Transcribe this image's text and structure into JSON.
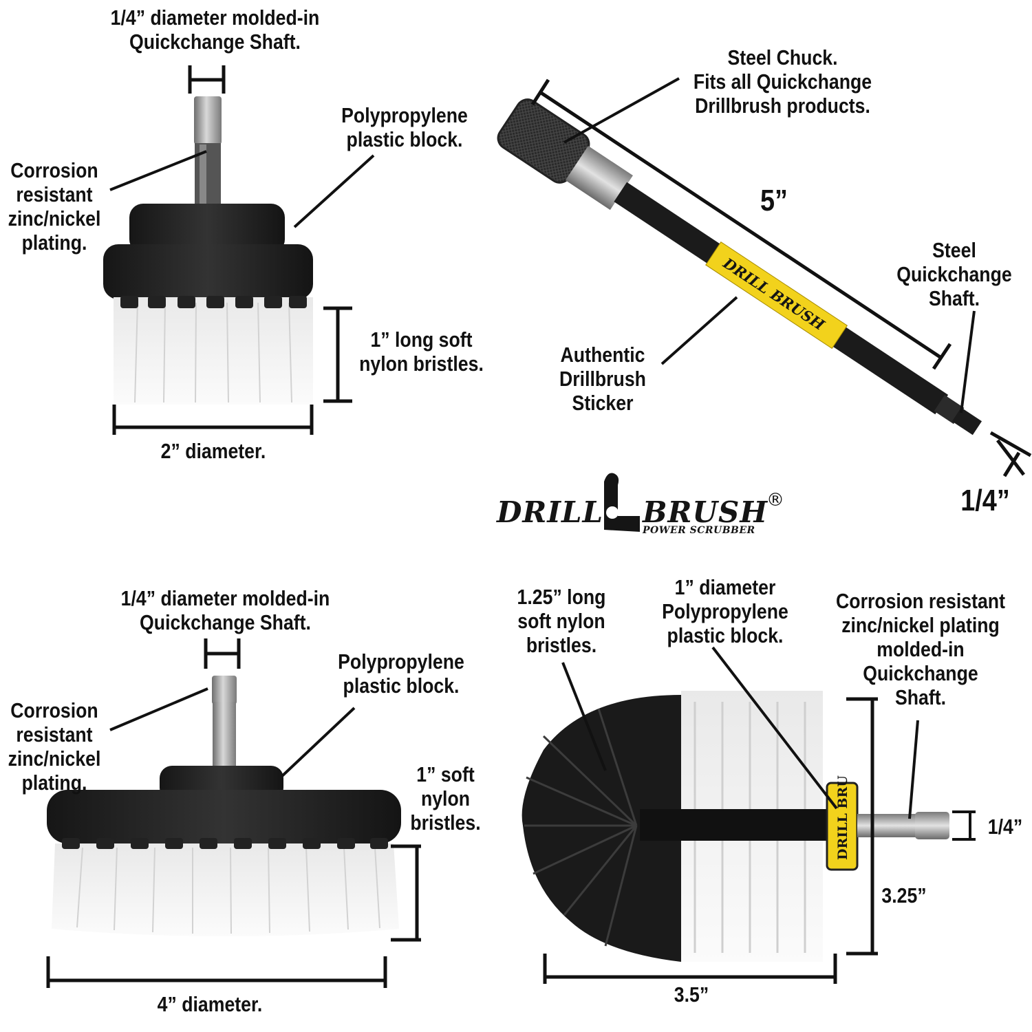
{
  "brand": {
    "name_part1": "DRILL",
    "name_part2": "BRUSH",
    "tagline": "POWER SCRUBBER",
    "registered_mark": "®"
  },
  "colors": {
    "brush_block": "#1c1c1c",
    "bristles_white": "#f4f4f4",
    "bristles_black": "#1a1a1a",
    "sticker_yellow": "#f2d21c",
    "steel": "#9a9a9a",
    "line": "#111111"
  },
  "panels": {
    "two_inch_brush": {
      "shaft_label": "1/4” diameter molded-in\nQuickchange Shaft.",
      "plating_label": "Corrosion\nresistant\nzinc/nickel\nplating.",
      "block_label": "Polypropylene\nplastic block.",
      "bristle_label": "1” long soft\nnylon bristles.",
      "diameter_label": "2” diameter."
    },
    "extension": {
      "chuck_label": "Steel Chuck.\nFits all Quickchange\nDrillbrush products.",
      "length_label": "5”",
      "shaft_label": "Steel\nQuickchange\nShaft.",
      "sticker_label": "Authentic\nDrillbrush\nSticker",
      "sticker_text": "DRILL BRUSH",
      "tip_label": "1/4”"
    },
    "four_inch_brush": {
      "shaft_label": "1/4” diameter molded-in\nQuickchange Shaft.",
      "plating_label": "Corrosion\nresistant\nzinc/nickel\nplating.",
      "block_label": "Polypropylene\nplastic block.",
      "bristle_label": "1” soft\nnylon\nbristles.",
      "diameter_label": "4” diameter."
    },
    "cone_brush": {
      "bristle_label": "1.25” long\nsoft nylon\nbristles.",
      "block_label": "1” diameter\nPolypropylene\nplastic block.",
      "plating_label": "Corrosion resistant\nzinc/nickel plating\nmolded-in\nQuickchange\nShaft.",
      "shaft_size_label": "1/4”",
      "height_label": "3.25”",
      "width_label": "3.5”",
      "collar_text": "DRILL BRU"
    }
  }
}
